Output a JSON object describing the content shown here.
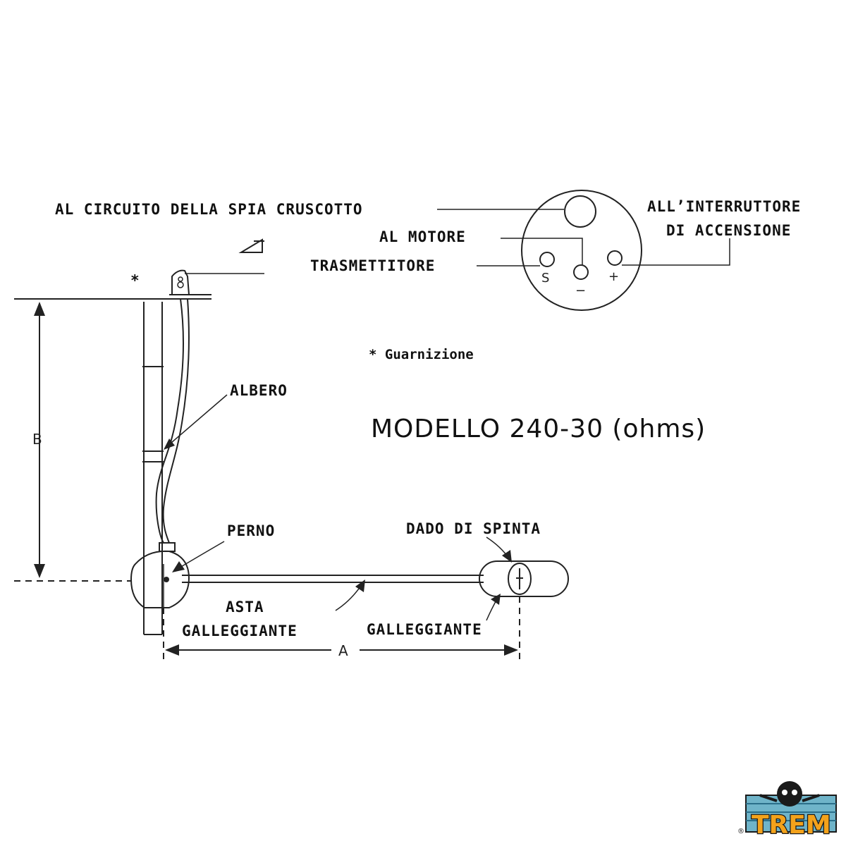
{
  "labels": {
    "spia": "AL CIRCUITO DELLA SPIA CRUSCOTTO",
    "motore": "AL MOTORE",
    "trasmettitore": "TRASMETTITORE",
    "interruttore_1": "ALL’INTERRUTTORE",
    "interruttore_2": "DI ACCENSIONE",
    "guarnizione": "* Guarnizione",
    "asterisk": "*",
    "albero": "ALBERO",
    "perno": "PERNO",
    "dado": "DADO DI SPINTA",
    "asta_1": "ASTA",
    "asta_2": "GALLEGGIANTE",
    "galleggiante": "GALLEGGIANTE"
  },
  "title": "MODELLO 240-30 (ohms)",
  "dimensions": {
    "a": "A",
    "b": "B"
  },
  "terminals": {
    "s": "S",
    "minus": "−",
    "plus": "+"
  },
  "logo": {
    "text": "TREM",
    "registered": "®",
    "color": "#f3a21b"
  }
}
